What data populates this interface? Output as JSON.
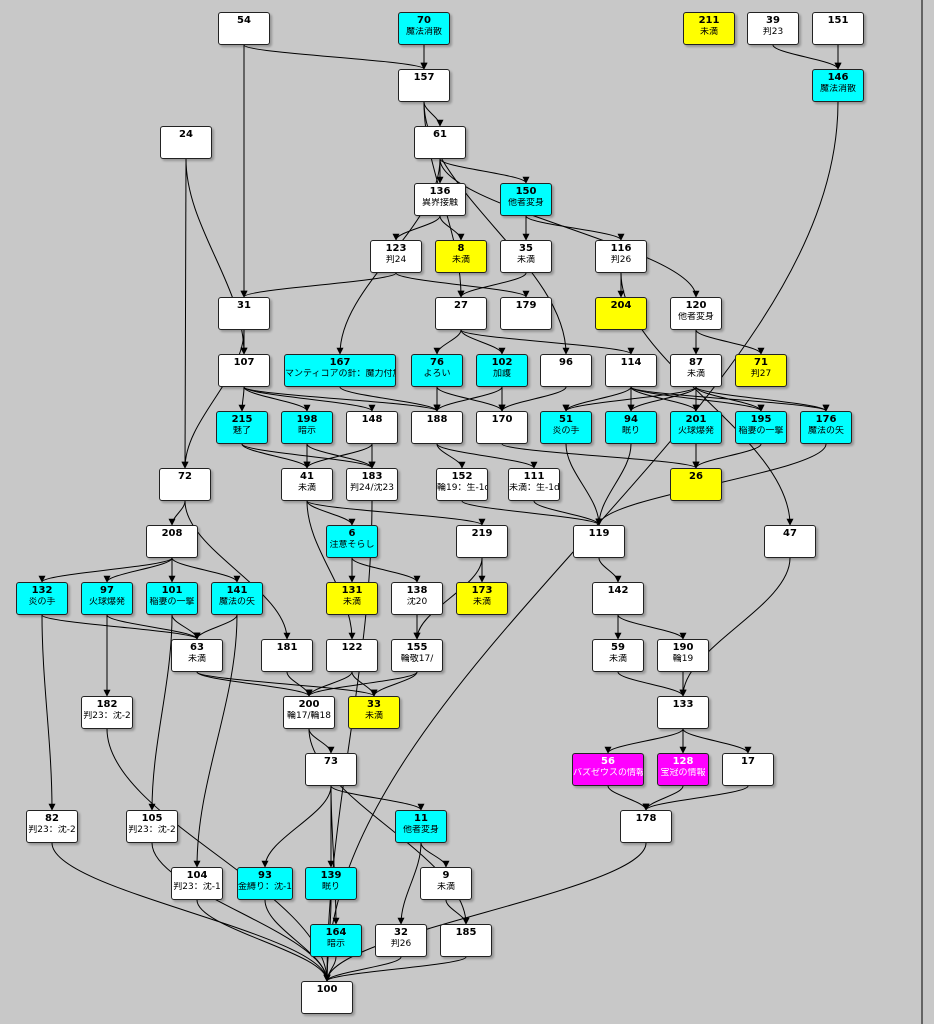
{
  "colors": {
    "background": "#c8c8c8",
    "plain": "#ffffff",
    "cyan": "#00ffff",
    "yellow": "#ffff00",
    "magenta": "#ff00ff"
  },
  "nodes": [
    {
      "id": "54",
      "label": "",
      "color": "plain"
    },
    {
      "id": "70",
      "label": "魔法消散",
      "color": "cyan"
    },
    {
      "id": "211",
      "label": "未満",
      "color": "yellow"
    },
    {
      "id": "39",
      "label": "判23",
      "color": "plain"
    },
    {
      "id": "151",
      "label": "",
      "color": "plain"
    },
    {
      "id": "157",
      "label": "",
      "color": "plain"
    },
    {
      "id": "146",
      "label": "魔法消散",
      "color": "cyan"
    },
    {
      "id": "24",
      "label": "",
      "color": "plain"
    },
    {
      "id": "61",
      "label": "",
      "color": "plain"
    },
    {
      "id": "136",
      "label": "異界接触",
      "color": "plain"
    },
    {
      "id": "150",
      "label": "他者変身",
      "color": "cyan"
    },
    {
      "id": "123",
      "label": "判24",
      "color": "plain"
    },
    {
      "id": "8",
      "label": "未満",
      "color": "yellow"
    },
    {
      "id": "35",
      "label": "未満",
      "color": "plain"
    },
    {
      "id": "116",
      "label": "判26",
      "color": "plain"
    },
    {
      "id": "31",
      "label": "",
      "color": "plain"
    },
    {
      "id": "27",
      "label": "",
      "color": "plain"
    },
    {
      "id": "179",
      "label": "",
      "color": "plain"
    },
    {
      "id": "204",
      "label": "",
      "color": "yellow"
    },
    {
      "id": "120",
      "label": "他者変身",
      "color": "plain"
    },
    {
      "id": "107",
      "label": "",
      "color": "plain"
    },
    {
      "id": "167",
      "label": "マンティコアの針：魔力付加",
      "color": "cyan"
    },
    {
      "id": "76",
      "label": "よろい",
      "color": "cyan"
    },
    {
      "id": "102",
      "label": "加護",
      "color": "cyan"
    },
    {
      "id": "96",
      "label": "",
      "color": "plain"
    },
    {
      "id": "114",
      "label": "",
      "color": "plain"
    },
    {
      "id": "87",
      "label": "未満",
      "color": "plain"
    },
    {
      "id": "71",
      "label": "判27",
      "color": "yellow"
    },
    {
      "id": "215",
      "label": "魅了",
      "color": "cyan"
    },
    {
      "id": "198",
      "label": "暗示",
      "color": "cyan"
    },
    {
      "id": "148",
      "label": "",
      "color": "plain"
    },
    {
      "id": "188",
      "label": "",
      "color": "plain"
    },
    {
      "id": "170",
      "label": "",
      "color": "plain"
    },
    {
      "id": "51",
      "label": "炎の手",
      "color": "cyan"
    },
    {
      "id": "94",
      "label": "眠り",
      "color": "cyan"
    },
    {
      "id": "201",
      "label": "火球爆発",
      "color": "cyan"
    },
    {
      "id": "195",
      "label": "稲妻の一撃",
      "color": "cyan"
    },
    {
      "id": "176",
      "label": "魔法の矢",
      "color": "cyan"
    },
    {
      "id": "72",
      "label": "",
      "color": "plain"
    },
    {
      "id": "41",
      "label": "未満",
      "color": "plain"
    },
    {
      "id": "183",
      "label": "判24/沈23",
      "color": "plain"
    },
    {
      "id": "152",
      "label": "輪19：生-1d",
      "color": "plain"
    },
    {
      "id": "111",
      "label": "未満：生-1d",
      "color": "plain"
    },
    {
      "id": "26",
      "label": "",
      "color": "yellow"
    },
    {
      "id": "208",
      "label": "",
      "color": "plain"
    },
    {
      "id": "6",
      "label": "注意そらし",
      "color": "cyan"
    },
    {
      "id": "219",
      "label": "",
      "color": "plain"
    },
    {
      "id": "119",
      "label": "",
      "color": "plain"
    },
    {
      "id": "47",
      "label": "",
      "color": "plain"
    },
    {
      "id": "132",
      "label": "炎の手",
      "color": "cyan"
    },
    {
      "id": "97",
      "label": "火球爆発",
      "color": "cyan"
    },
    {
      "id": "101",
      "label": "稲妻の一撃",
      "color": "cyan"
    },
    {
      "id": "141",
      "label": "魔法の矢",
      "color": "cyan"
    },
    {
      "id": "131",
      "label": "未満",
      "color": "yellow"
    },
    {
      "id": "138",
      "label": "沈20",
      "color": "plain"
    },
    {
      "id": "173",
      "label": "未満",
      "color": "yellow"
    },
    {
      "id": "142",
      "label": "",
      "color": "plain"
    },
    {
      "id": "63",
      "label": "未満",
      "color": "plain"
    },
    {
      "id": "181",
      "label": "",
      "color": "plain"
    },
    {
      "id": "122",
      "label": "",
      "color": "plain"
    },
    {
      "id": "155",
      "label": "輪敬17/",
      "color": "plain"
    },
    {
      "id": "59",
      "label": "未満",
      "color": "plain"
    },
    {
      "id": "190",
      "label": "輪19",
      "color": "plain"
    },
    {
      "id": "182",
      "label": "判23：沈-2",
      "color": "plain"
    },
    {
      "id": "200",
      "label": "輪17/輪18",
      "color": "plain"
    },
    {
      "id": "33",
      "label": "未満",
      "color": "yellow"
    },
    {
      "id": "133",
      "label": "",
      "color": "plain"
    },
    {
      "id": "73",
      "label": "",
      "color": "plain"
    },
    {
      "id": "56",
      "label": "バズゼウスの情報",
      "color": "magenta"
    },
    {
      "id": "128",
      "label": "宝冠の情報",
      "color": "magenta"
    },
    {
      "id": "17",
      "label": "",
      "color": "plain"
    },
    {
      "id": "82",
      "label": "判23：沈-2",
      "color": "plain"
    },
    {
      "id": "105",
      "label": "判23：沈-2",
      "color": "plain"
    },
    {
      "id": "11",
      "label": "他者変身",
      "color": "cyan"
    },
    {
      "id": "178",
      "label": "",
      "color": "plain"
    },
    {
      "id": "104",
      "label": "判23：沈-1",
      "color": "plain"
    },
    {
      "id": "93",
      "label": "金縛り：沈-1",
      "color": "cyan"
    },
    {
      "id": "139",
      "label": "眠り",
      "color": "cyan"
    },
    {
      "id": "9",
      "label": "未満",
      "color": "plain"
    },
    {
      "id": "164",
      "label": "暗示",
      "color": "cyan"
    },
    {
      "id": "32",
      "label": "判26",
      "color": "plain"
    },
    {
      "id": "185",
      "label": "",
      "color": "plain"
    },
    {
      "id": "100",
      "label": "",
      "color": "plain"
    }
  ],
  "edges": [
    [
      "54",
      "157"
    ],
    [
      "54",
      "31"
    ],
    [
      "70",
      "157"
    ],
    [
      "39",
      "146"
    ],
    [
      "151",
      "146"
    ],
    [
      "157",
      "61"
    ],
    [
      "157",
      "96"
    ],
    [
      "157",
      "27"
    ],
    [
      "61",
      "136"
    ],
    [
      "61",
      "150"
    ],
    [
      "61",
      "120"
    ],
    [
      "61",
      "167"
    ],
    [
      "136",
      "123"
    ],
    [
      "136",
      "8"
    ],
    [
      "150",
      "35"
    ],
    [
      "150",
      "116"
    ],
    [
      "123",
      "31"
    ],
    [
      "123",
      "179"
    ],
    [
      "35",
      "27"
    ],
    [
      "116",
      "204"
    ],
    [
      "116",
      "47"
    ],
    [
      "24",
      "72"
    ],
    [
      "24",
      "107"
    ],
    [
      "31",
      "107"
    ],
    [
      "31",
      "72"
    ],
    [
      "27",
      "76"
    ],
    [
      "27",
      "102"
    ],
    [
      "27",
      "114"
    ],
    [
      "120",
      "87"
    ],
    [
      "120",
      "71"
    ],
    [
      "107",
      "215"
    ],
    [
      "107",
      "198"
    ],
    [
      "107",
      "148"
    ],
    [
      "107",
      "188"
    ],
    [
      "167",
      "188"
    ],
    [
      "76",
      "188"
    ],
    [
      "76",
      "170"
    ],
    [
      "102",
      "188"
    ],
    [
      "102",
      "170"
    ],
    [
      "96",
      "170"
    ],
    [
      "114",
      "51"
    ],
    [
      "114",
      "94"
    ],
    [
      "114",
      "201"
    ],
    [
      "114",
      "195"
    ],
    [
      "114",
      "176"
    ],
    [
      "87",
      "51"
    ],
    [
      "87",
      "94"
    ],
    [
      "87",
      "201"
    ],
    [
      "87",
      "195"
    ],
    [
      "87",
      "176"
    ],
    [
      "215",
      "41"
    ],
    [
      "215",
      "183"
    ],
    [
      "198",
      "41"
    ],
    [
      "198",
      "183"
    ],
    [
      "148",
      "41"
    ],
    [
      "148",
      "183"
    ],
    [
      "188",
      "152"
    ],
    [
      "188",
      "111"
    ],
    [
      "170",
      "26"
    ],
    [
      "51",
      "119"
    ],
    [
      "94",
      "119"
    ],
    [
      "176",
      "119"
    ],
    [
      "201",
      "26"
    ],
    [
      "195",
      "26"
    ],
    [
      "152",
      "119"
    ],
    [
      "111",
      "119"
    ],
    [
      "72",
      "208"
    ],
    [
      "72",
      "181"
    ],
    [
      "41",
      "6"
    ],
    [
      "41",
      "219"
    ],
    [
      "41",
      "122"
    ],
    [
      "183",
      "100"
    ],
    [
      "6",
      "131"
    ],
    [
      "6",
      "138"
    ],
    [
      "219",
      "173"
    ],
    [
      "219",
      "155"
    ],
    [
      "138",
      "155"
    ],
    [
      "119",
      "142"
    ],
    [
      "142",
      "59"
    ],
    [
      "142",
      "190"
    ],
    [
      "59",
      "133"
    ],
    [
      "190",
      "133"
    ],
    [
      "47",
      "133"
    ],
    [
      "208",
      "132"
    ],
    [
      "208",
      "97"
    ],
    [
      "208",
      "101"
    ],
    [
      "208",
      "141"
    ],
    [
      "132",
      "63"
    ],
    [
      "132",
      "82"
    ],
    [
      "97",
      "63"
    ],
    [
      "97",
      "182"
    ],
    [
      "101",
      "63"
    ],
    [
      "101",
      "105"
    ],
    [
      "141",
      "63"
    ],
    [
      "141",
      "104"
    ],
    [
      "63",
      "200"
    ],
    [
      "63",
      "33"
    ],
    [
      "181",
      "200"
    ],
    [
      "122",
      "200"
    ],
    [
      "122",
      "33"
    ],
    [
      "155",
      "200"
    ],
    [
      "155",
      "33"
    ],
    [
      "200",
      "73"
    ],
    [
      "200",
      "185"
    ],
    [
      "133",
      "56"
    ],
    [
      "133",
      "128"
    ],
    [
      "133",
      "17"
    ],
    [
      "56",
      "178"
    ],
    [
      "128",
      "178"
    ],
    [
      "17",
      "178"
    ],
    [
      "73",
      "93"
    ],
    [
      "73",
      "139"
    ],
    [
      "73",
      "164"
    ],
    [
      "73",
      "11"
    ],
    [
      "11",
      "9"
    ],
    [
      "11",
      "32"
    ],
    [
      "9",
      "185"
    ],
    [
      "82",
      "100"
    ],
    [
      "182",
      "100"
    ],
    [
      "105",
      "100"
    ],
    [
      "104",
      "100"
    ],
    [
      "93",
      "100"
    ],
    [
      "139",
      "100"
    ],
    [
      "164",
      "100"
    ],
    [
      "32",
      "100"
    ],
    [
      "185",
      "100"
    ],
    [
      "178",
      "100"
    ],
    [
      "146",
      "100"
    ]
  ]
}
